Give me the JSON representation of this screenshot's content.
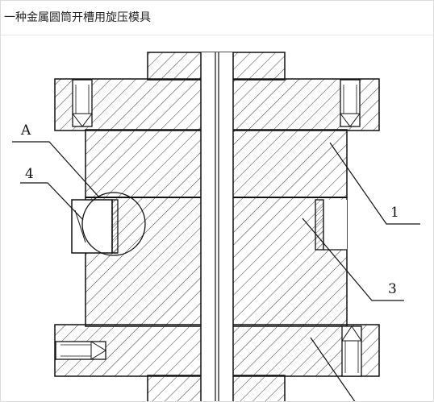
{
  "header": {
    "title": "一种金属圆筒开槽用旋压模具"
  },
  "drawing": {
    "labels": {
      "A": "A",
      "part_4": "4",
      "part_1": "1",
      "part_3": "3"
    }
  },
  "colors": {
    "line": "#111111",
    "hatch": "#3a3a3a",
    "background": "#ffffff"
  }
}
